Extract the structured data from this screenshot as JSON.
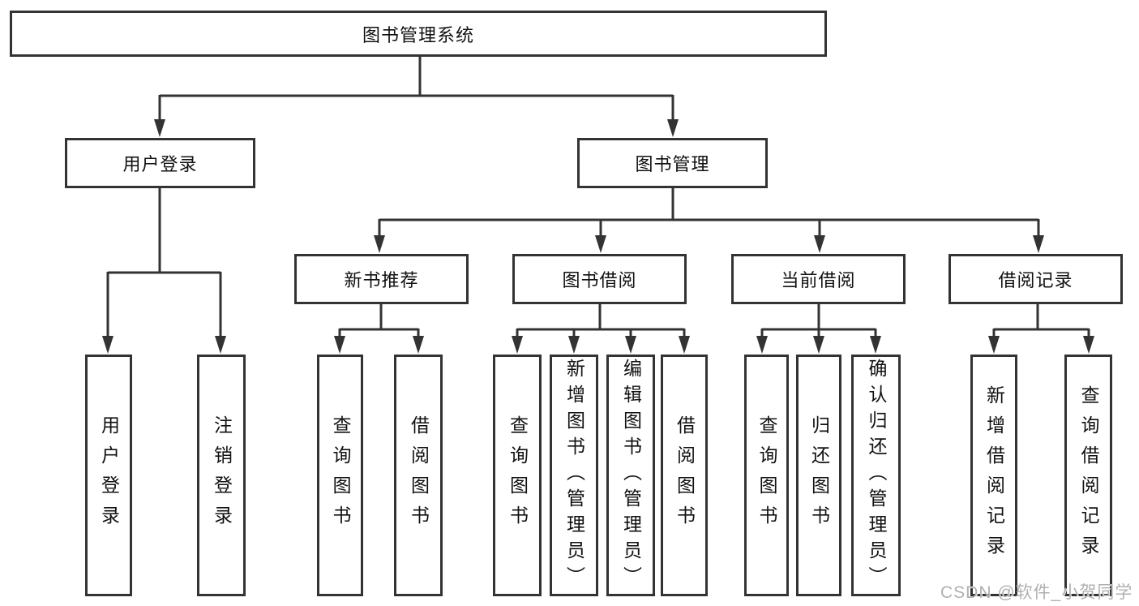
{
  "diagram_title": "图书管理系统",
  "tree": {
    "root": {
      "label": "图书管理系统",
      "children": [
        {
          "label": "用户登录",
          "children": [
            {
              "label": "用户登录"
            },
            {
              "label": "注销登录"
            }
          ]
        },
        {
          "label": "图书管理",
          "children": [
            {
              "label": "新书推荐",
              "children": [
                {
                  "label": "查询图书"
                },
                {
                  "label": "借阅图书"
                }
              ]
            },
            {
              "label": "图书借阅",
              "children": [
                {
                  "label": "查询图书"
                },
                {
                  "label": "新增图书（管理员）"
                },
                {
                  "label": "编辑图书（管理员）"
                },
                {
                  "label": "借阅图书"
                }
              ]
            },
            {
              "label": "当前借阅",
              "children": [
                {
                  "label": "查询图书"
                },
                {
                  "label": "归还图书"
                },
                {
                  "label": "确认归还（管理员）"
                }
              ]
            },
            {
              "label": "借阅记录",
              "children": [
                {
                  "label": "新增借阅记录"
                },
                {
                  "label": "查询借阅记录"
                }
              ]
            }
          ]
        }
      ]
    }
  },
  "watermark": "CSDN @软件_小贺同学",
  "colors": {
    "line": "#333333",
    "box_background": "#ffffff",
    "text": "#111111",
    "watermark": "#b0b0b0"
  }
}
